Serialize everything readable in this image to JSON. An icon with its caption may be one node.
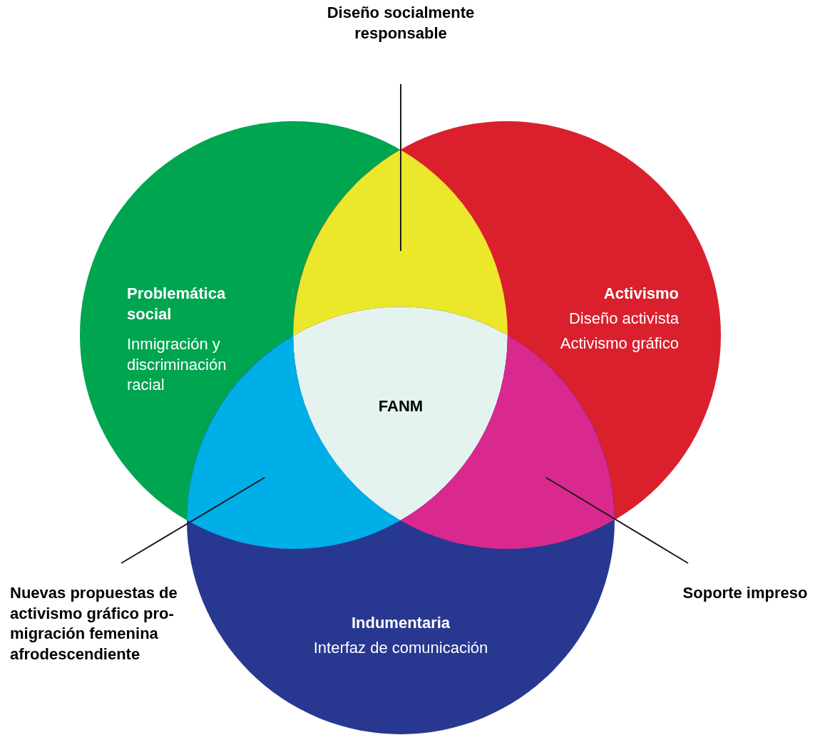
{
  "diagram": {
    "nodes": [
      {
        "text": [
          "Problemática social",
          "Inmigración y discriminación racial"
        ]
      },
      {
        "text": [
          "Activismo",
          "Diseño activista",
          "Activismo gráfico"
        ]
      },
      {
        "text": [
          "Indumentaria",
          "Interfaz de comunicación"
        ]
      },
      {
        "text": [
          "FANM"
        ]
      },
      {
        "text": [],
        "shape": "lens"
      },
      {
        "text": [],
        "shape": "lens"
      },
      {
        "text": [],
        "shape": "lens"
      },
      {
        "text": [
          "Diseño socialmente responsable"
        ]
      },
      {
        "text": [
          "Nuevas propuestas de activismo gráfico pro-migración femenina afrodescendiente"
        ]
      },
      {
        "text": [
          "Soporte impreso"
        ]
      }
    ],
    "edges": [
      {
        "from": 7,
        "to": 4,
        "arrow": "none"
      },
      {
        "from": 8,
        "to": 5,
        "arrow": "none"
      },
      {
        "from": 9,
        "to": 6,
        "arrow": "none"
      }
    ]
  }
}
